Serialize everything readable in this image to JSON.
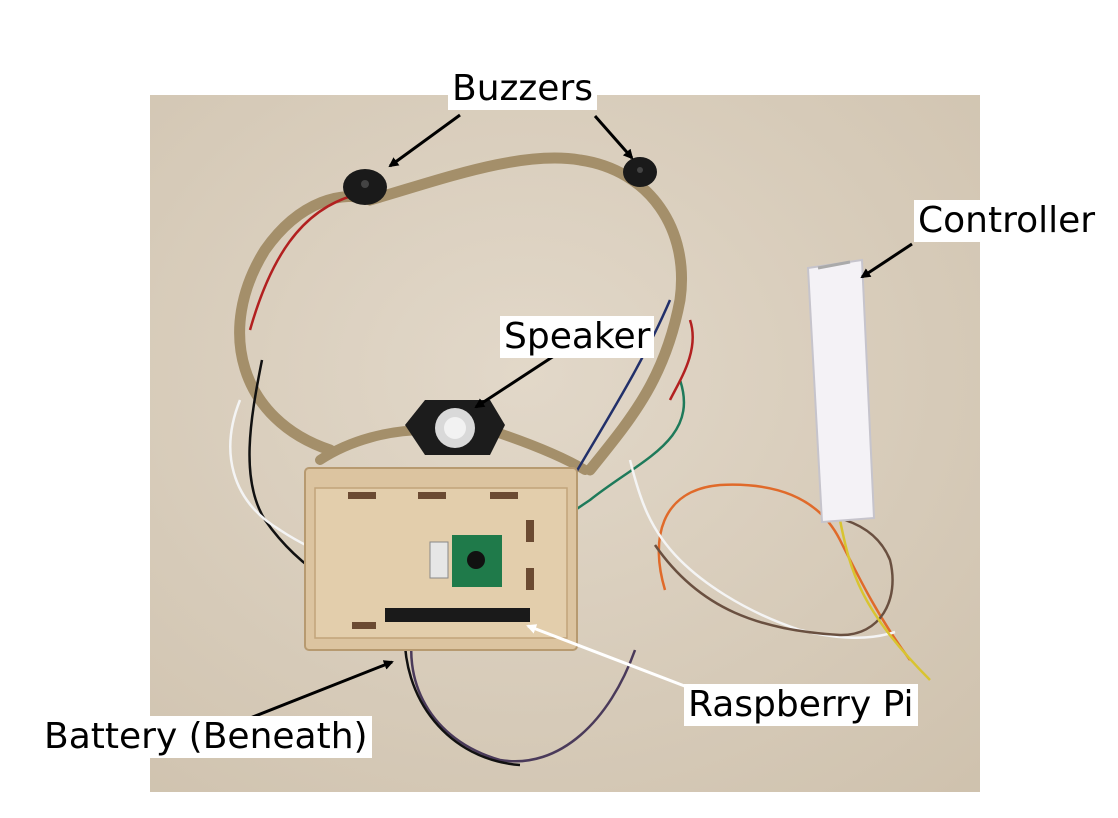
{
  "labels": {
    "buzzers": "Buzzers",
    "controller": "Controller",
    "speaker": "Speaker",
    "raspberry_pi": "Raspberry Pi",
    "battery": "Battery (Beneath)"
  },
  "colors": {
    "background": "#ffffff",
    "photo_surface": "#d8cdbd",
    "pipe_cleaner": "#a48f6a",
    "wood": "#dcc4a0",
    "label_bg": "#ffffff",
    "label_text": "#000000",
    "arrow": "#000000"
  }
}
